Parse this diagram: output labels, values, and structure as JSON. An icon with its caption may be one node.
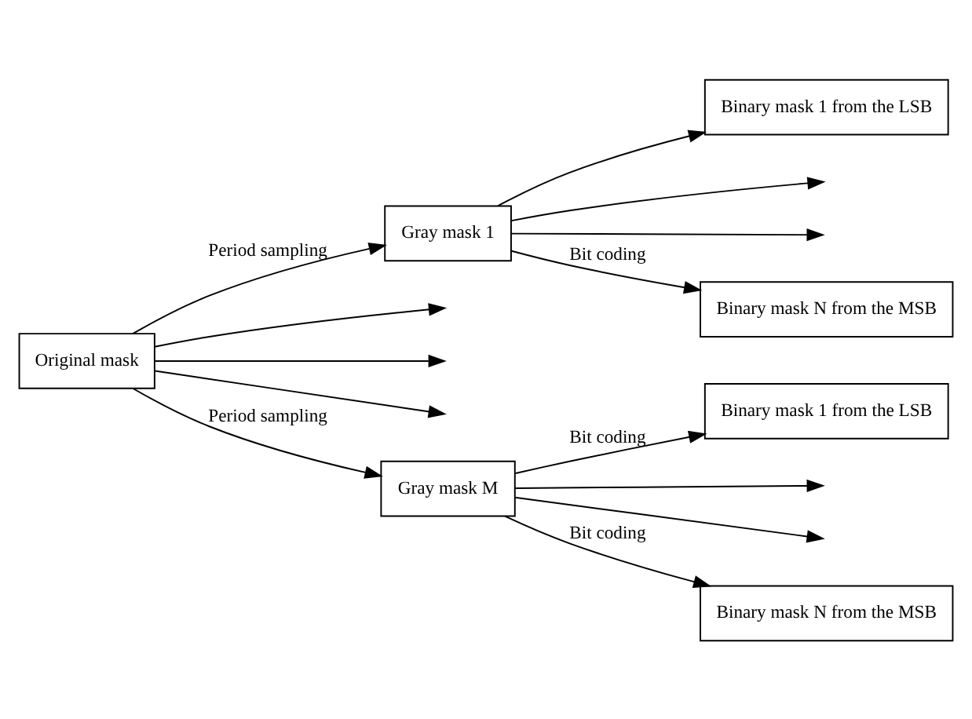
{
  "diagram": {
    "nodes": [
      {
        "text": [
          "Original mask"
        ]
      },
      {
        "text": [
          "Gray mask 1"
        ]
      },
      {
        "text": [
          "Gray mask M"
        ]
      },
      {
        "text": [
          "Binary mask 1 from the LSB"
        ]
      },
      {
        "text": [
          "Binary mask N from the MSB"
        ]
      },
      {
        "text": [
          "Binary mask 1 from the LSB"
        ]
      },
      {
        "text": [
          "Binary mask N from the MSB"
        ]
      }
    ],
    "edges": [
      {
        "from": 0,
        "to": 1,
        "arrow": "to",
        "label": "Period sampling"
      },
      {
        "from": 0,
        "to": null,
        "arrow": "to"
      },
      {
        "from": 0,
        "to": null,
        "arrow": "to"
      },
      {
        "from": 0,
        "to": null,
        "arrow": "to"
      },
      {
        "from": 0,
        "to": 2,
        "arrow": "to",
        "label": "Period sampling"
      },
      {
        "from": 1,
        "to": 3,
        "arrow": "to"
      },
      {
        "from": 1,
        "to": null,
        "arrow": "to"
      },
      {
        "from": 1,
        "to": null,
        "arrow": "to"
      },
      {
        "from": 1,
        "to": 4,
        "arrow": "to",
        "label": "Bit coding"
      },
      {
        "from": 2,
        "to": 5,
        "arrow": "to",
        "label": "Bit coding"
      },
      {
        "from": 2,
        "to": null,
        "arrow": "to"
      },
      {
        "from": 2,
        "to": null,
        "arrow": "to"
      },
      {
        "from": 2,
        "to": 6,
        "arrow": "to",
        "label": "Bit coding"
      }
    ]
  }
}
